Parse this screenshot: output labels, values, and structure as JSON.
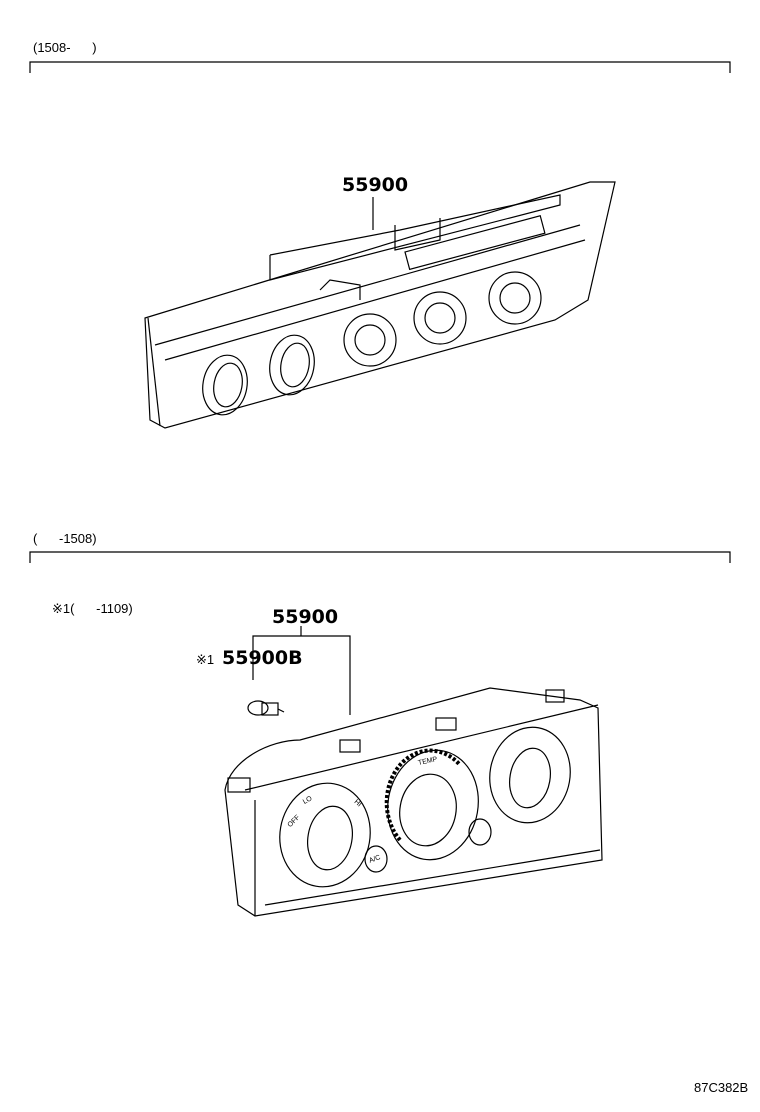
{
  "sections": [
    {
      "header": "(1508-      )",
      "part_number": "55900"
    },
    {
      "header": "(      -1508)",
      "part_number": "55900",
      "note": "※1(      -1109)",
      "sub_part": {
        "mark": "※1",
        "number": "55900B"
      },
      "panel_labels": {
        "off": "OFF",
        "lo": "LO",
        "hi": "HI",
        "temp": "TEMP",
        "ac": "A/C"
      }
    }
  ],
  "diagram_id": "87C382B"
}
